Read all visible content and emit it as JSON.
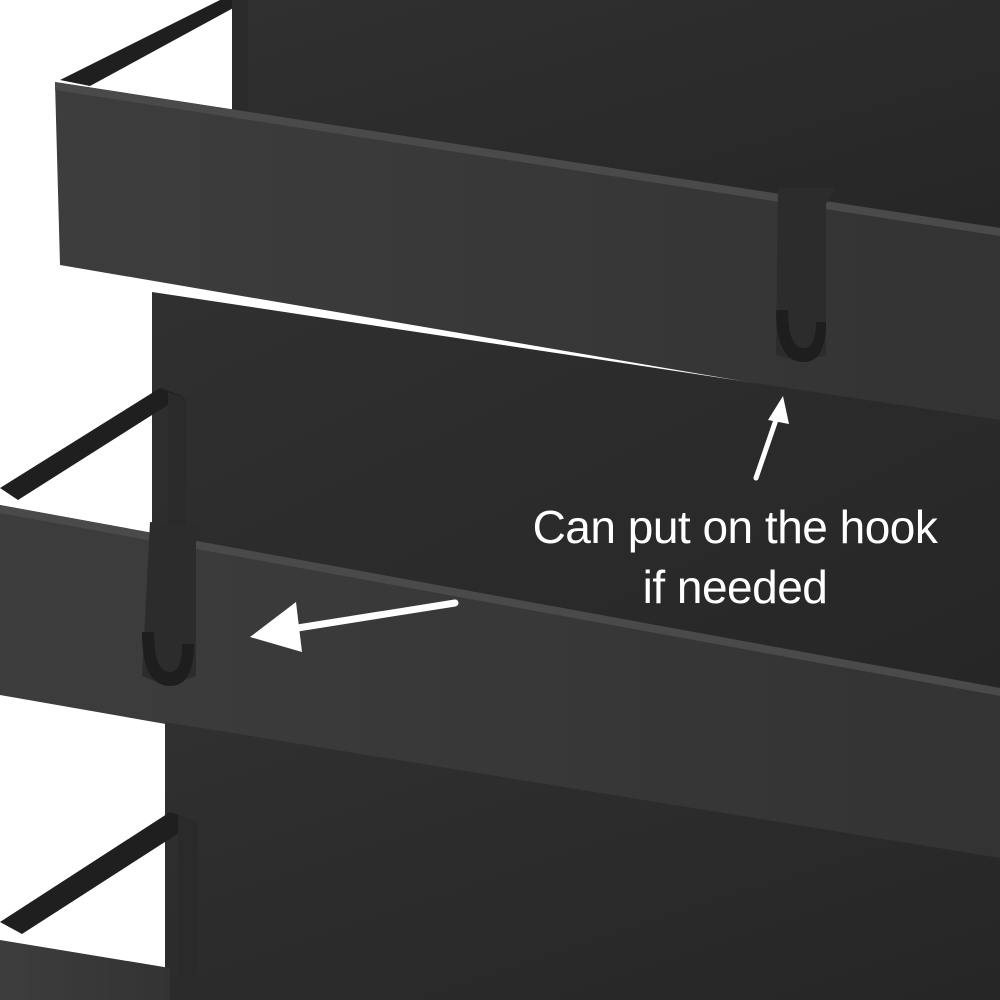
{
  "photo": {
    "subject": "black metal wall-mounted shelf rack with hooks",
    "colors": {
      "background": "#ffffff",
      "rack_dark": "#262626",
      "rack_mid": "#3a3a3a",
      "rack_light": "#4a4a4a",
      "annotation": "#ffffff"
    }
  },
  "annotation": {
    "line1": "Can put on the hook",
    "line2": "if needed"
  }
}
